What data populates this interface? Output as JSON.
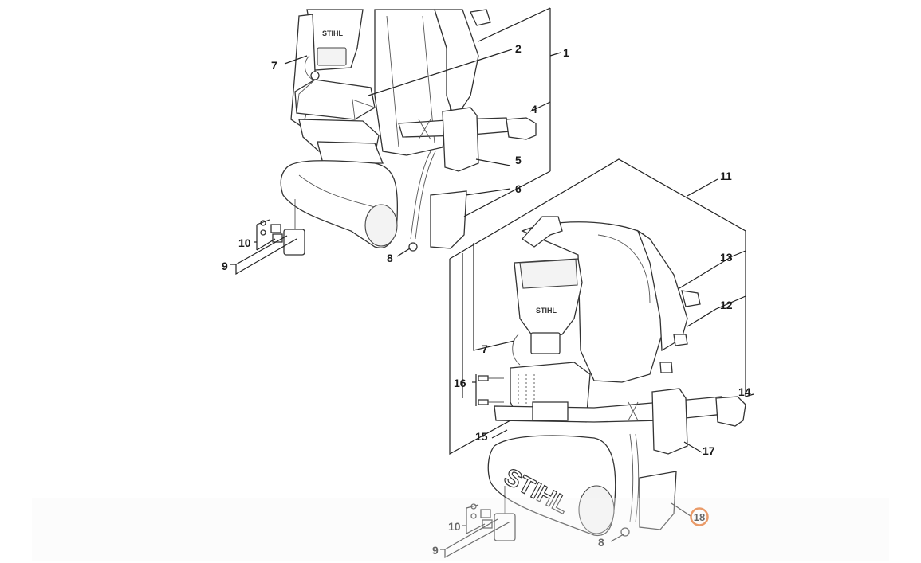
{
  "diagram": {
    "top_assembly": {
      "callouts": {
        "c1": "1",
        "c2": "2",
        "c4": "4",
        "c5": "5",
        "c6": "6",
        "c7": "7",
        "c8": "8",
        "c9": "9",
        "c10": "10"
      },
      "logo": "STIHL"
    },
    "bottom_assembly": {
      "callouts": {
        "c7": "7",
        "c8": "8",
        "c9": "9",
        "c10": "10",
        "c11": "11",
        "c12": "12",
        "c13": "13",
        "c14": "14",
        "c15": "15",
        "c16": "16",
        "c17": "17"
      },
      "logo": "STIHL",
      "bag_logo": "STIHL",
      "highlighted_callout": "18"
    },
    "colors": {
      "highlight": "#e36a1e",
      "line": "#222222"
    }
  }
}
